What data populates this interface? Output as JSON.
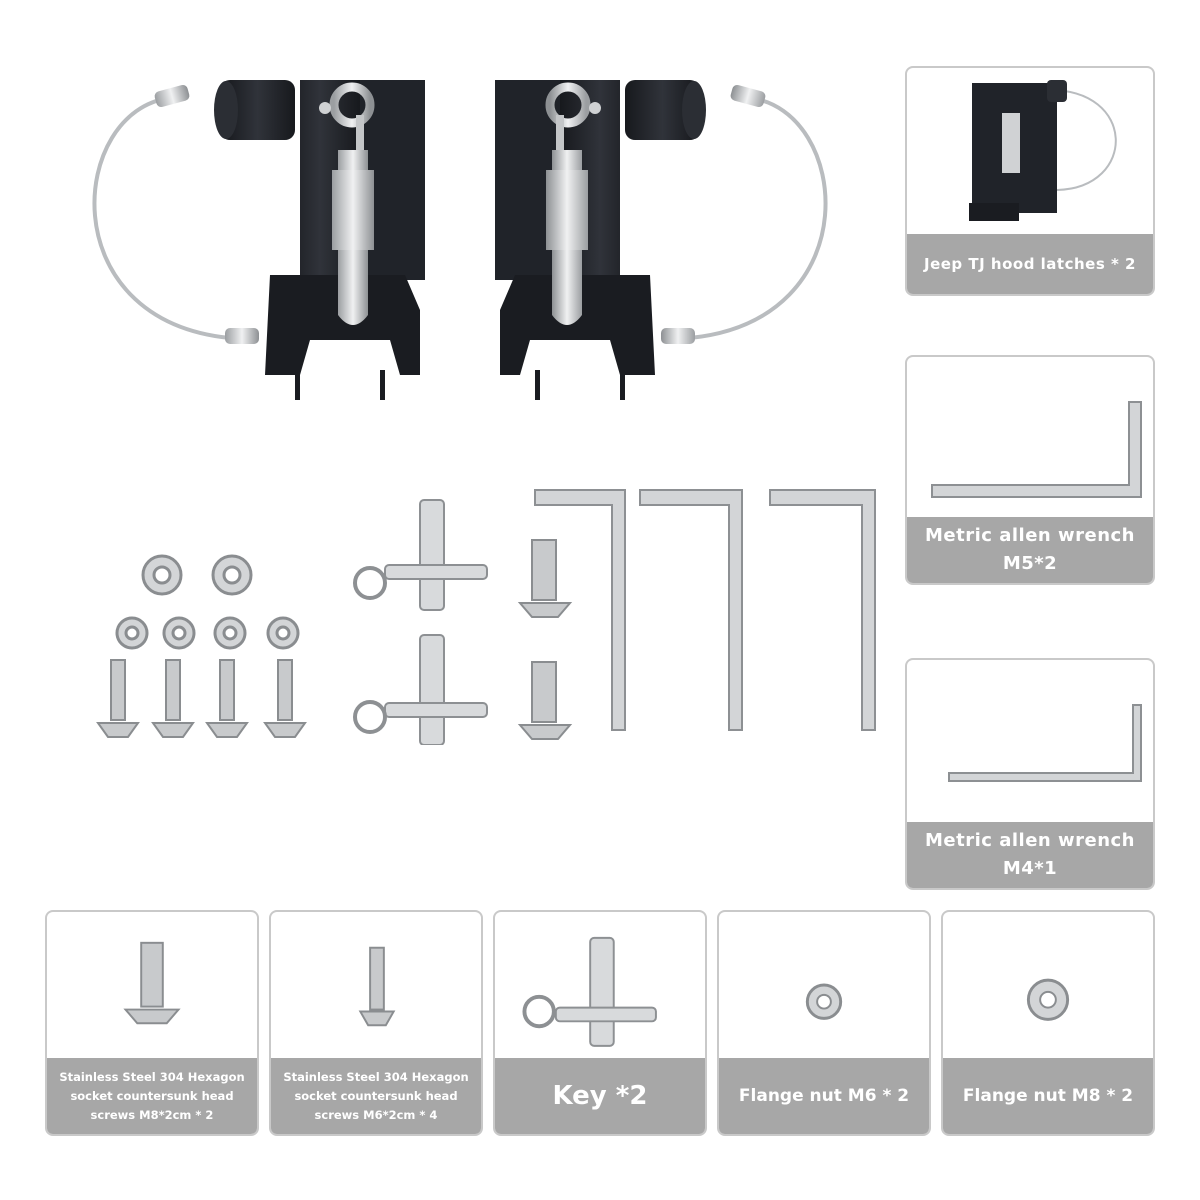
{
  "colors": {
    "label_bg": "#a7a7a7",
    "label_text": "#ffffff",
    "card_border": "#c9c9c9",
    "latch_body": "#1f2127",
    "steel": "#c4c6c8"
  },
  "icons": {
    "main_latches": "hood-latch-pair-icon",
    "nuts": "flange-nut-icon",
    "screws": "countersunk-screw-icon",
    "keys": "t-key-icon",
    "wrenches": "allen-wrench-icon"
  },
  "side_cards": [
    {
      "name": "jeep-tj-hood-latches",
      "lines": [
        "Jeep TJ hood latches * 2"
      ]
    },
    {
      "name": "metric-allen-wrench-m5",
      "lines": [
        "Metric allen wrench",
        "M5*2"
      ]
    },
    {
      "name": "metric-allen-wrench-m4",
      "lines": [
        "Metric allen wrench",
        "M4*1"
      ]
    }
  ],
  "bottom_cards": [
    {
      "name": "screw-m8",
      "lines": [
        "Stainless Steel 304 Hexagon",
        "socket countersunk head",
        "screws M8*2cm  * 2"
      ]
    },
    {
      "name": "screw-m6",
      "lines": [
        "Stainless Steel 304 Hexagon",
        "socket countersunk head",
        "screws M6*2cm * 4"
      ]
    },
    {
      "name": "key",
      "lines": [
        "Key *2"
      ]
    },
    {
      "name": "flange-nut-m6",
      "lines": [
        "Flange nut M6 * 2"
      ]
    },
    {
      "name": "flange-nut-m8",
      "lines": [
        "Flange nut M8 * 2"
      ]
    }
  ]
}
